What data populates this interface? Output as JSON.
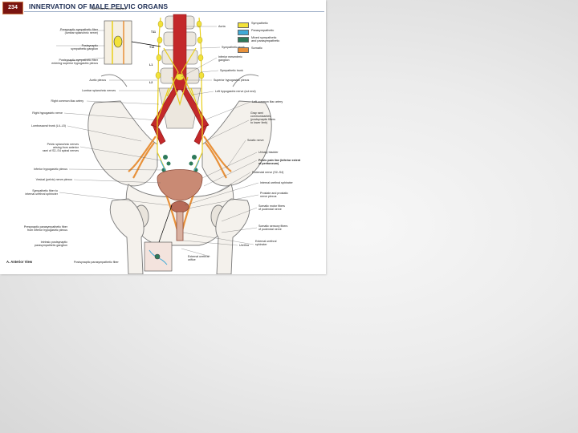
{
  "page_number": "234",
  "title": "INNERVATION OF MALE PELVIC ORGANS",
  "colors": {
    "sympathetic": "#f2e23a",
    "parasympathetic": "#3fa9d6",
    "mixed": "#2d7a5a",
    "somatic": "#e8913a",
    "title": "#1f2f55"
  },
  "legend": [
    {
      "label": "Sympathetic",
      "color": "#f2e23a"
    },
    {
      "label": "Parasympathetic",
      "color": "#3fa9d6"
    },
    {
      "label": "Mixed sympathetic\nand parasympathetic",
      "color": "#2d7a5a"
    },
    {
      "label": "Somatic",
      "color": "#e8913a"
    }
  ],
  "spinal_levels": [
    "T11",
    "T12",
    "L1",
    "L2"
  ],
  "view_label": "A. Anterior View",
  "labels_left": [
    "White rami communicantes",
    "Presynaptic sympathetic fiber\n(lumbar splanchnic nerve)",
    "Postsynaptic\nsympathetic ganglion",
    "Postsynaptic sympathetic fiber\nentering superior hypogastric plexus",
    "Aortic plexus",
    "Lumbar splanchnic nerves",
    "Right common iliac artery",
    "Right hypogastric nerve",
    "Lumbosacral trunk (L4–L5)",
    "Pelvic splanchnic nerves\narising from anterior\nrami of S2–S4 spinal nerves",
    "Inferior hypogastric plexus",
    "Vesical (pelvic) nerve plexus",
    "Sympathetic fiber to\ninternal urethral sphincter",
    "Presynaptic parasympathetic fiber\nfrom inferior hypogastric plexus",
    "Intrinsic postsynaptic\nparasympathetic ganglion",
    "Postsynaptic parasympathetic fiber"
  ],
  "labels_right": [
    "Aorta",
    "Sympathetic trunk",
    "Inferior mesenteric\nganglion",
    "Sympathetic trunk",
    "Superior hypogastric plexus",
    "Left hypogastric nerve (cut end)",
    "Left common iliac artery",
    "Gray rami\ncommunicantes\n(postsynaptic fibers\nto lower limb)",
    "Sciatic nerve",
    "Urinary bladder",
    "Pelvic pain line (inferior extent\nof peritoneum)",
    "Pudendal nerve (S2–S4)",
    "Internal urethral sphincter",
    "Prostate and prostatic\nnerve plexus",
    "Somatic motor fibers\nof pudendal nerve",
    "Somatic sensory fibers\nof pudendal nerve",
    "External urethral\nsphincter",
    "Urethra",
    "External urethral\norifice"
  ]
}
